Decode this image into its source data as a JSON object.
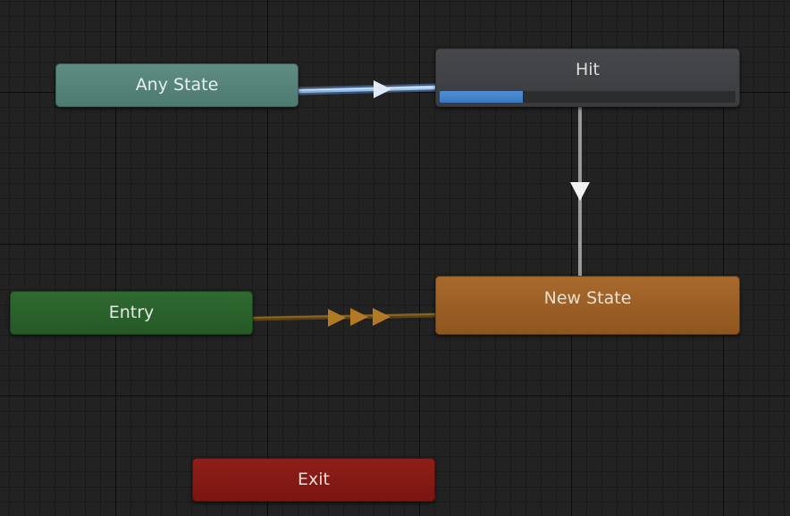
{
  "states": {
    "any_state": {
      "label": "Any State"
    },
    "hit": {
      "label": "Hit",
      "progress": 0.28
    },
    "new_state": {
      "label": "New State"
    },
    "entry": {
      "label": "Entry"
    },
    "exit": {
      "label": "Exit"
    }
  },
  "transitions": [
    {
      "from": "Any State",
      "to": "Hit",
      "active": true
    },
    {
      "from": "Hit",
      "to": "New State",
      "active": false
    },
    {
      "from": "Entry",
      "to": "New State",
      "default": true
    }
  ],
  "colors": {
    "background": "#222222",
    "any_state": "#5a887e",
    "hit": "#414245",
    "progress": "#4a88cf",
    "new_state": "#9c5f25",
    "entry": "#2a632b",
    "exit": "#851a15",
    "active_transition": "#9cc2f0",
    "default_transition": "#b37a25"
  }
}
